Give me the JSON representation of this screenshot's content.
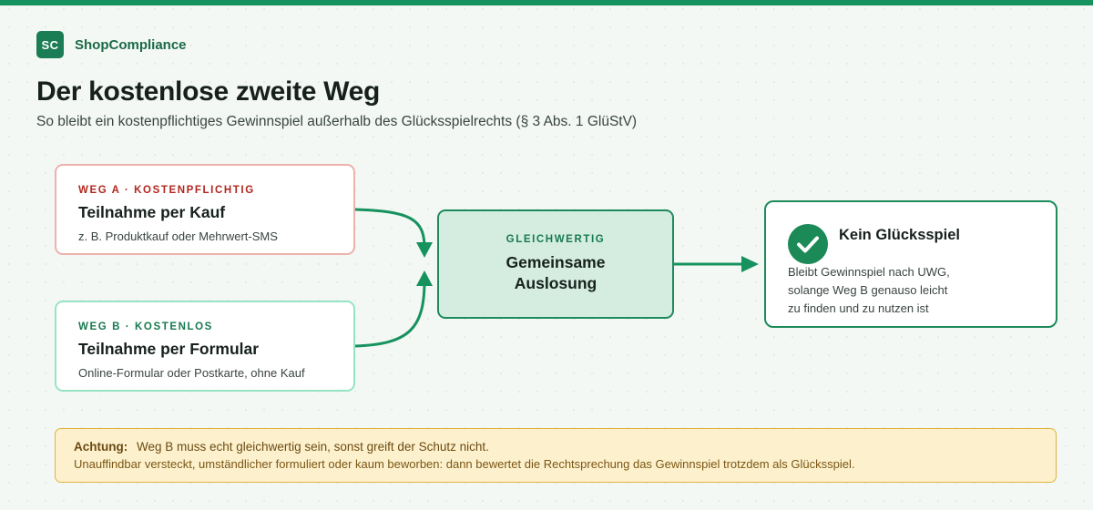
{
  "brand": {
    "logo_text": "SC",
    "name": "ShopCompliance"
  },
  "header": {
    "title": "Der kostenlose zweite Weg",
    "subtitle": "So bleibt ein kostenpflichtiges Gewinnspiel außerhalb des Glücksspielrechts (§ 3 Abs. 1 GlüStV)"
  },
  "path_a": {
    "tag": "WEG A · KOSTENPFLICHTIG",
    "title": "Teilnahme per Kauf",
    "desc": "z. B. Produktkauf oder Mehrwert-SMS"
  },
  "path_b": {
    "tag": "WEG B · KOSTENLOS",
    "title": "Teilnahme per Formular",
    "desc": "Online-Formular oder Postkarte, ohne Kauf"
  },
  "draw": {
    "tag": "GLEICHWERTIG",
    "title_line1": "Gemeinsame",
    "title_line2": "Auslosung"
  },
  "result": {
    "title": "Kein Glücksspiel",
    "desc_line1": "Bleibt Gewinnspiel nach UWG,",
    "desc_line2": "solange Weg B genauso leicht",
    "desc_line3": "zu finden und zu nutzen ist"
  },
  "warning": {
    "label": "Achtung:",
    "line1": "Weg B muss echt gleichwertig sein, sonst greift der Schutz nicht.",
    "line2": "Unauffindbar versteckt, umständlicher formuliert oder kaum beworben: dann bewertet die Rechtsprechung das Gewinnspiel trotzdem als Glücksspiel."
  },
  "colors": {
    "accent": "#16925f",
    "path_a_border": "#eeb1ab",
    "path_b_border": "#97e3c5",
    "warning_bg": "#fdf1cd",
    "warning_border": "#e0b33f"
  },
  "icons": {
    "result": "checkmark-circle-icon"
  }
}
